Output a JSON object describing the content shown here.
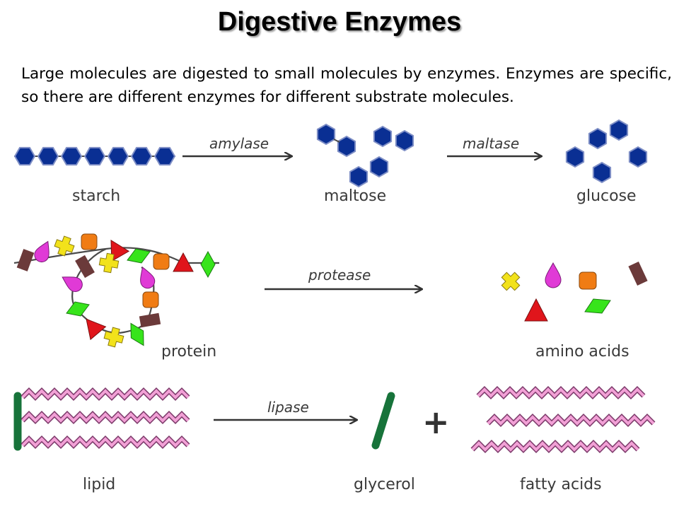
{
  "title": "Digestive Enzymes",
  "intro": "Large molecules are digested to small molecules by enzymes. Enzymes are specific, so there are different enzymes for different substrate molecules.",
  "colors": {
    "hexagon": "#0a2f93",
    "hexagon_stroke": "#7f8fc6",
    "bond": "#4a4a4a",
    "arrow": "#333333",
    "label": "#3a3a3a",
    "magenta": "#e03ad6",
    "yellow": "#f2e21b",
    "orange": "#f07c14",
    "red": "#e0151b",
    "green": "#37e41b",
    "brown": "#6b3a3a",
    "glycerol": "#17733a",
    "fatty_acid": "#f2a0d6"
  },
  "rows": {
    "carbohydrate": {
      "substrate": "starch",
      "enzyme1": "amylase",
      "intermediate": "maltose",
      "enzyme2": "maltase",
      "product": "glucose"
    },
    "protein": {
      "substrate": "protein",
      "enzyme": "protease",
      "product": "amino acids"
    },
    "lipid": {
      "substrate": "lipid",
      "enzyme": "lipase",
      "product1": "glycerol",
      "plus": "+",
      "product2": "fatty acids"
    }
  }
}
